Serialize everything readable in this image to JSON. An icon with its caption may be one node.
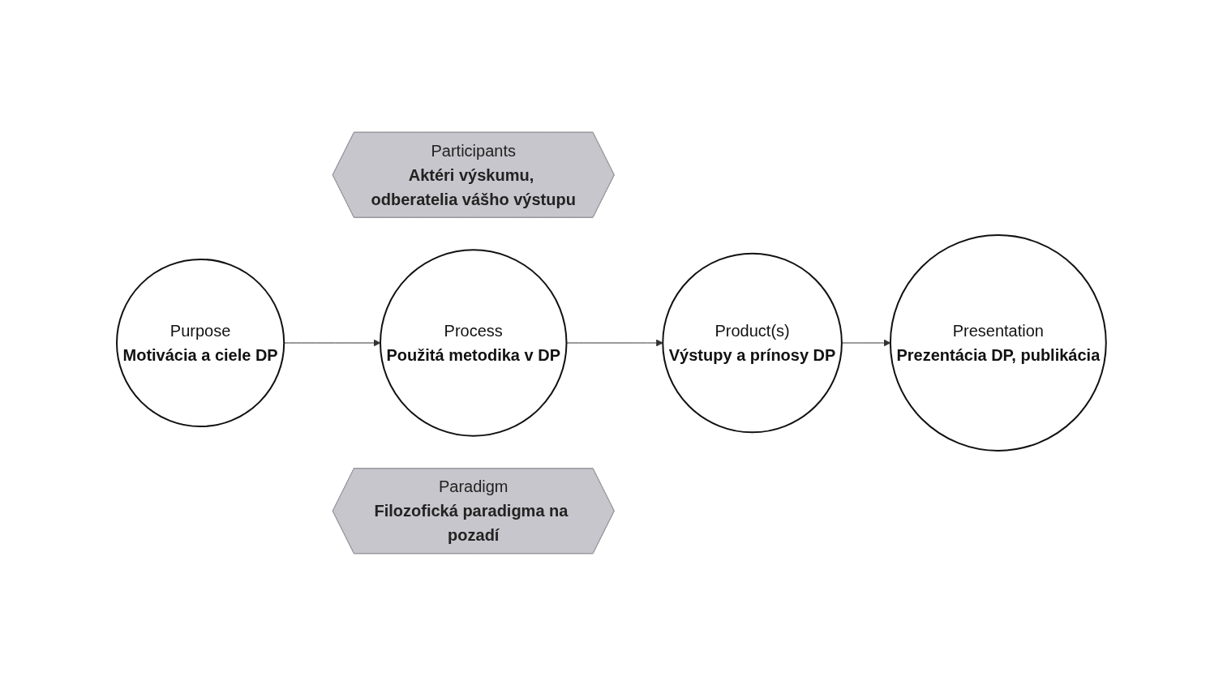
{
  "diagram": {
    "nodes": [
      {
        "text": [
          "Participants",
          "Aktéri výskumu, odberatelia vášho výstupu"
        ]
      },
      {
        "text": [
          "Purpose",
          "Motivácia a ciele DP"
        ]
      },
      {
        "text": [
          "Process",
          "Použitá metodika v DP"
        ]
      },
      {
        "text": [
          "Product(s)",
          "Výstupy a prínosy DP"
        ]
      },
      {
        "text": [
          "Presentation",
          "Prezentácia DP, publikácia"
        ]
      },
      {
        "text": [
          "Paradigm",
          "Filozofická paradigma na pozadí"
        ]
      }
    ],
    "edges": [
      {
        "from": 1,
        "to": 2,
        "arrow": "to"
      },
      {
        "from": 2,
        "to": 3,
        "arrow": "to"
      },
      {
        "from": 3,
        "to": 4,
        "arrow": "to"
      }
    ]
  }
}
